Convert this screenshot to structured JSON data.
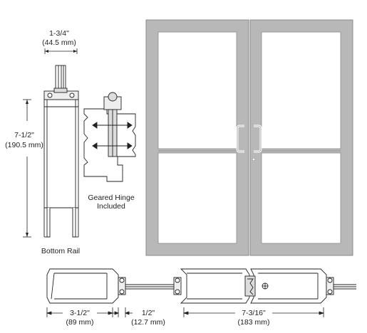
{
  "labels": {
    "top_width": "1-3/4\"",
    "top_width_mm": "(44.5 mm)",
    "height": "7-1/2\"",
    "height_mm": "(190.5 mm)",
    "hinge_line1": "Geared Hinge",
    "hinge_line2": "Included",
    "bottom_rail": "Bottom Rail",
    "stile_width": "3-1/2\"",
    "stile_width_mm": "(89 mm)",
    "gap": "1/2\"",
    "gap_mm": "(12.7 mm)",
    "meeting_width": "7-3/16\"",
    "meeting_width_mm": "(183 mm)"
  },
  "colors": {
    "door_frame": "#b8b8b8",
    "door_stroke": "#8a8a8a",
    "line": "#222222",
    "hatch": "#999999"
  }
}
